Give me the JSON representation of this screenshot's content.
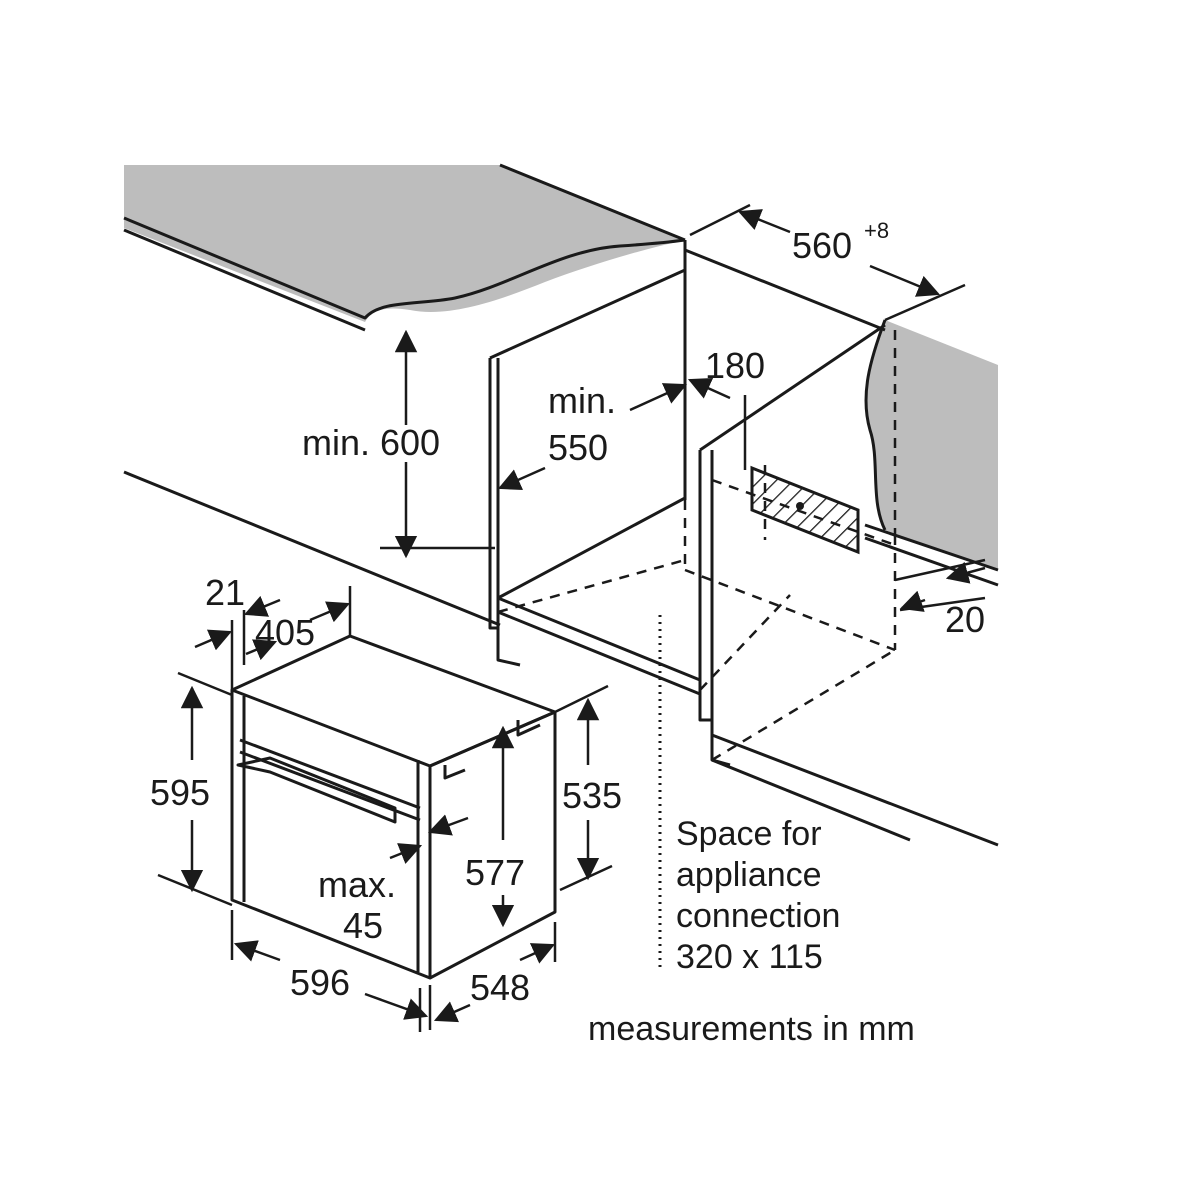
{
  "labels": {
    "d560": "560",
    "d560_tol": "+8",
    "min600": "min. 600",
    "min550_a": "min.",
    "min550_b": "550",
    "d180": "180",
    "d20": "20",
    "d21": "21",
    "d405": "405",
    "d595": "595",
    "d535": "535",
    "d577": "577",
    "max45_a": "max.",
    "max45_b": "45",
    "d596": "596",
    "d548": "548"
  },
  "space_note": {
    "line1": "Space for",
    "line2": "appliance",
    "line3": "connection",
    "line4": "320 x 115"
  },
  "units_note": "measurements in mm"
}
